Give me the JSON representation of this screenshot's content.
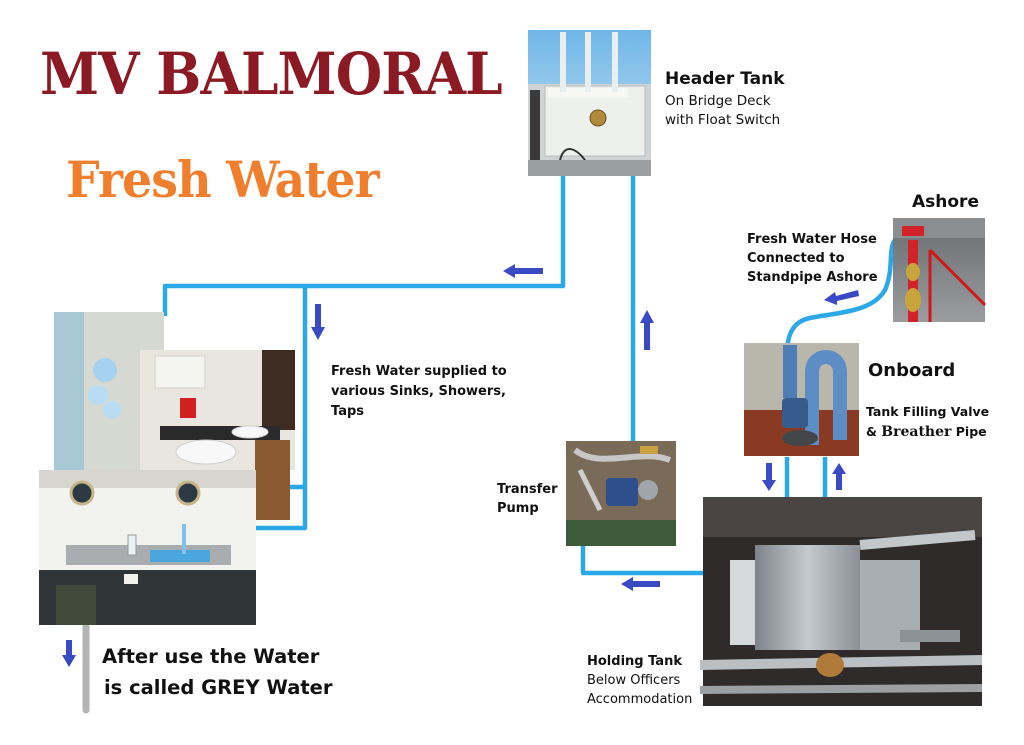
{
  "title": "MV BALMORAL",
  "subtitle": "Fresh Water",
  "header_tank": {
    "title": "Header Tank",
    "line1": "On Bridge Deck",
    "line2": "with Float Switch"
  },
  "ashore": {
    "title": "Ashore"
  },
  "hose": {
    "line1": "Fresh Water Hose",
    "line2": "Connected to",
    "line3": "Standpipe Ashore"
  },
  "onboard": {
    "title": "Onboard",
    "line1": "Tank Filling Valve",
    "line2_prefix": "& ",
    "line2_emph": "Breather",
    "line2_suffix": " Pipe"
  },
  "supply": {
    "line1": "Fresh Water supplied to",
    "line2": "various Sinks, Showers,",
    "line3": "Taps"
  },
  "pump": {
    "line1": "Transfer",
    "line2": "Pump"
  },
  "holding": {
    "title": "Holding Tank",
    "line1": "Below Officers",
    "line2": "Accommodation"
  },
  "grey": {
    "line1": "After use the Water",
    "line2": "is called GREY Water"
  },
  "colors": {
    "pipe": "#2aa8e8",
    "arrow": "#3a49c4",
    "title": "#8b1a24",
    "subtitle": "#f07f2d",
    "grey_pipe": "#b4b4b4"
  }
}
